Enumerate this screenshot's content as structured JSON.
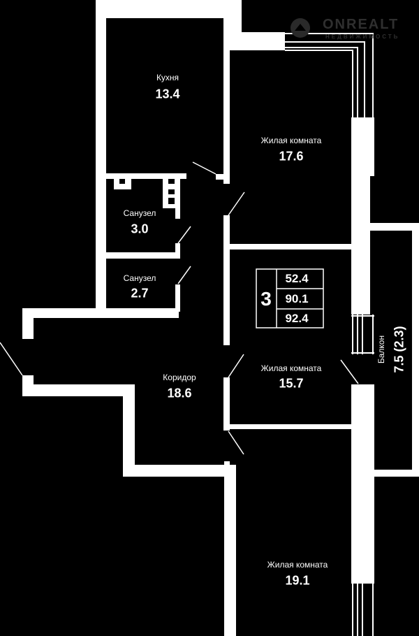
{
  "watermark": {
    "brand": "ONREALT",
    "subtitle": "НЕДВИЖИМОСТЬ"
  },
  "rooms": [
    {
      "name": "Кухня",
      "area": "13.4"
    },
    {
      "name": "Жилая комната",
      "area": "17.6"
    },
    {
      "name": "Санузел",
      "area": "3.0"
    },
    {
      "name": "Санузел",
      "area": "2.7"
    },
    {
      "name": "Коридор",
      "area": "18.6"
    },
    {
      "name": "Жилая комната",
      "area": "15.7"
    },
    {
      "name": "Жилая комната",
      "area": "19.1"
    }
  ],
  "balcony": {
    "name": "Балкон",
    "area": "7.5 (2.3)"
  },
  "summary": {
    "rooms_count": "3",
    "living_area": "52.4",
    "total_area": "90.1",
    "total_with_balcony": "92.4"
  },
  "colors": {
    "background": "#000000",
    "walls": "#ffffff",
    "watermark": "#2f2f2f"
  }
}
